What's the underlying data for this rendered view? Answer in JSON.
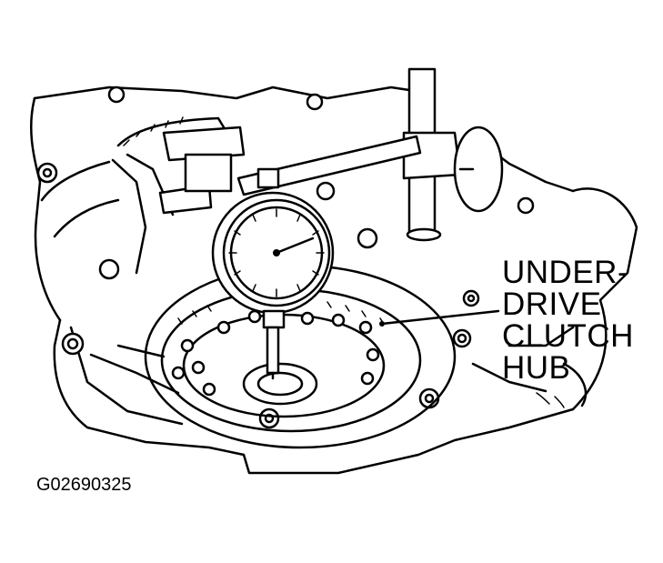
{
  "callout": {
    "lines": [
      "UNDER-",
      "DRIVE",
      "CLUTCH",
      "HUB"
    ]
  },
  "figure_id": "G02690325",
  "colors": {
    "ink": "#000000",
    "paper": "#ffffff"
  }
}
